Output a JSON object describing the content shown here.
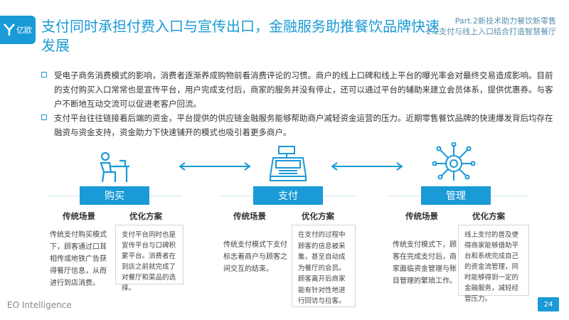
{
  "brand": {
    "logo_text": "亿欧",
    "accent": "#1a9ad6"
  },
  "title": "支付同时承担付费入口与宣传出口，金融服务助推餐饮品牌快速发展",
  "part": {
    "line1": "Part.2新技术助力餐饮新零售",
    "line2": "2.2支付与线上入口结合打造智慧餐厅"
  },
  "bullets": [
    "受电子商务消费模式的影响，消费者逐渐养成购物前看消费评论的习惯。商户的线上口碑和线上平台的曝光率会对最终交易造成影响。目前的支付购买入口常常也是宣传平台，用户完成支付后，商家的服务并没有停止，还可以通过平台的辅助来建立会员体系，提供优惠券。与客户不断地互动交流可以促进老客户回流。",
    "支付平台往往链接着后端的资金，平台提供的供应链金融服务能够帮助商户减轻资金运营的压力。近期零售餐饮品牌的快速爆发背后均存在融资与资金支持，资金助力下快速铺开的模式也吸引着更多商户。"
  ],
  "sections": [
    {
      "label": "购买",
      "icon": "person-at-desk-icon",
      "traditional_title": "传统场景",
      "traditional_text": "传统支付购买模式下，顾客通过口耳相传或地铁广告获得餐厅信息，从而进行到店消费。",
      "optimized_title": "优化方案",
      "optimized_text": "支付平台同时也是宣传平台与口碑积累平台。消费者在到店之前就完成了对餐厅和菜品的选择。"
    },
    {
      "label": "支付",
      "icon": "cash-register-icon",
      "traditional_title": "传统场景",
      "traditional_text": "传统支付模式下支付标志着商户与顾客之间交互的结束。",
      "optimized_title": "优化方案",
      "optimized_text": "在支付的过程中顾客的信息被采集，甚至自动成为餐厅的会员。顾客离开后商家能有针对性地进行回访与拉客。"
    },
    {
      "label": "管理",
      "icon": "network-gear-icon",
      "traditional_title": "传统场景",
      "traditional_text": "传统支付模式下，顾客在完成支付后，商家面临资金管理与账目管理的繁琐工作。",
      "optimized_title": "优化方案",
      "optimized_text": "线上支付的普及使得商家能够借助平台和系统完成自己的资金流管理，同时能够得到一定的金融服务，减轻经营压力。"
    }
  ],
  "footer": "EO Intelligence",
  "page_number": "24"
}
